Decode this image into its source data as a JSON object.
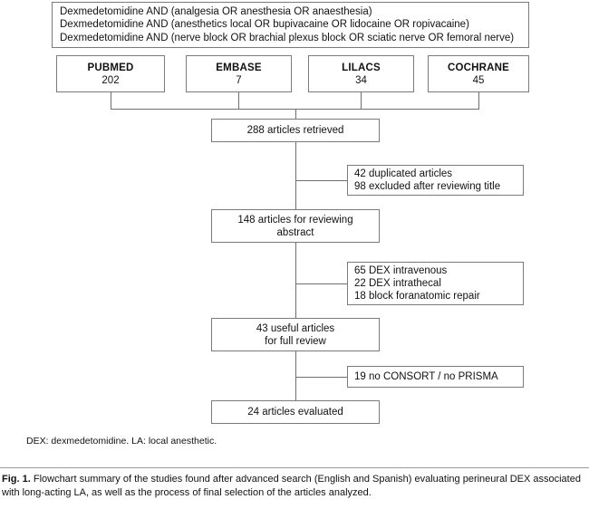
{
  "figure": {
    "query_box": {
      "lines": [
        "Dexmedetomidine AND (analgesia OR anesthesia OR anaesthesia)",
        "Dexmedetomidine AND (anesthetics local OR bupivacaine OR lidocaine OR ropivacaine)",
        "Dexmedetomidine AND (nerve block OR brachial plexus block OR sciatic nerve OR femoral nerve)"
      ]
    },
    "databases": [
      {
        "name": "PUBMED",
        "count": "202"
      },
      {
        "name": "EMBASE",
        "count": "7"
      },
      {
        "name": "LILACS",
        "count": "34"
      },
      {
        "name": "COCHRANE",
        "count": "45"
      }
    ],
    "stages": [
      {
        "id": "retrieved",
        "lines": [
          "288 articles retrieved"
        ]
      },
      {
        "id": "abstract",
        "lines": [
          "148 articles for reviewing",
          "abstract"
        ]
      },
      {
        "id": "useful",
        "lines": [
          "43 useful articles",
          "for full review"
        ]
      },
      {
        "id": "evaluated",
        "lines": [
          "24 articles evaluated"
        ]
      }
    ],
    "exclusions": [
      {
        "id": "excl-1",
        "lines": [
          "42 duplicated articles",
          "98 excluded after reviewing title"
        ]
      },
      {
        "id": "excl-2",
        "lines": [
          "65 DEX intravenous",
          "22 DEX intrathecal",
          "18 block foranatomic repair"
        ]
      },
      {
        "id": "excl-3",
        "lines": [
          "19 no CONSORT / no PRISMA"
        ]
      }
    ],
    "footnote": "DEX: dexmedetomidine. LA: local anesthetic.",
    "caption": {
      "label": "Fig. 1.",
      "text": "Flowchart summary of the studies found after advanced search (English and Spanish) evaluating perineural DEX associated with long-acting LA, as well as the process of final selection of the articles analyzed."
    },
    "colors": {
      "border": "#7a7a7a",
      "line": "#6f6f6f",
      "text": "#111111",
      "background": "#ffffff"
    }
  }
}
